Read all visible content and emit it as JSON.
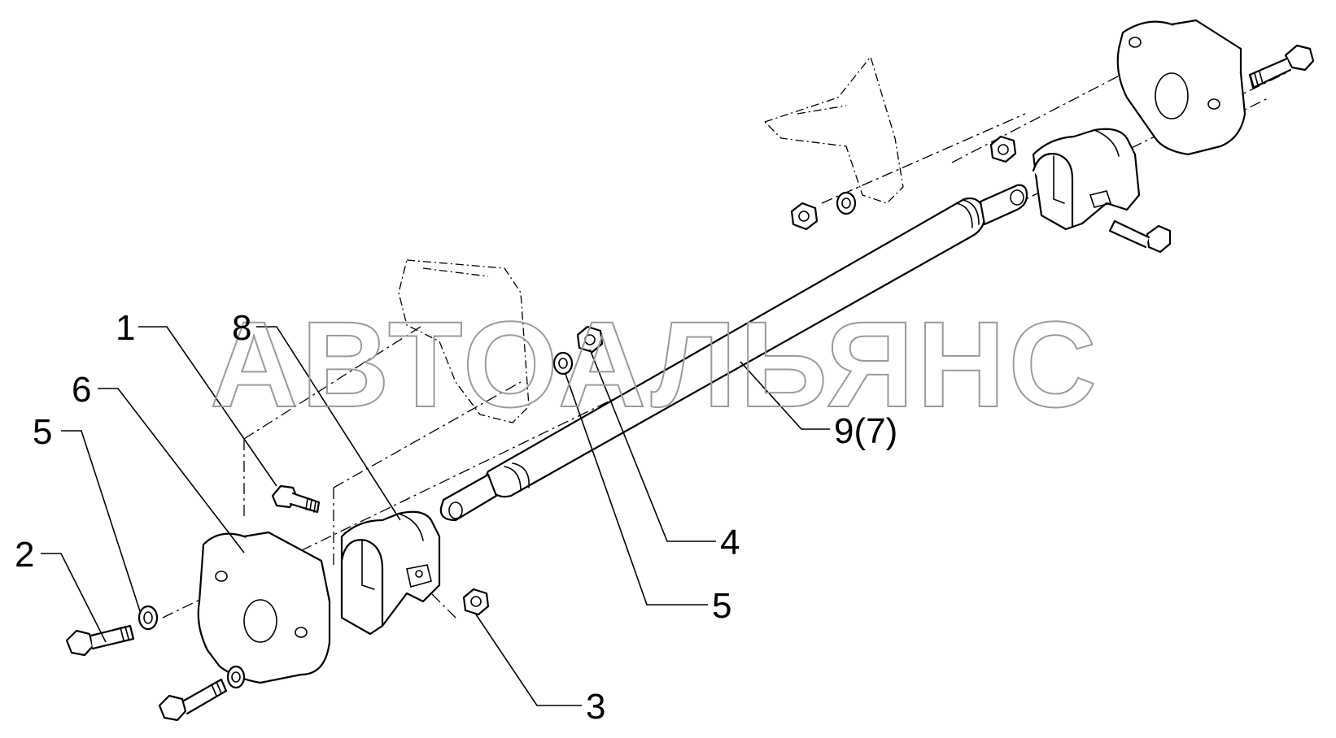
{
  "watermark": "АВТОАЛЬЯНС",
  "callouts": [
    {
      "id": "c1",
      "label": "1"
    },
    {
      "id": "c8",
      "label": "8"
    },
    {
      "id": "c6",
      "label": "6"
    },
    {
      "id": "c5a",
      "label": "5"
    },
    {
      "id": "c2",
      "label": "2"
    },
    {
      "id": "c9",
      "label": "9(7)"
    },
    {
      "id": "c4",
      "label": "4"
    },
    {
      "id": "c5b",
      "label": "5"
    },
    {
      "id": "c3",
      "label": "3"
    }
  ],
  "colors": {
    "line": "#000000",
    "watermark": "#9a9a9a",
    "background": "#ffffff"
  }
}
